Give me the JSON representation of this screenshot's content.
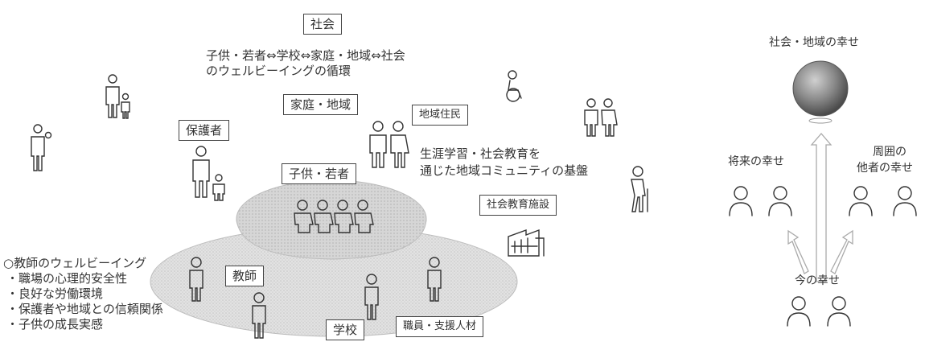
{
  "labels": {
    "society": "社会",
    "cycle_line1": "子供・若者⇔学校⇔家庭・地域⇔社会",
    "cycle_line2": "のウェルビーイングの循環",
    "home_community": "家庭・地域",
    "local_residents": "地域住民",
    "guardians": "保護者",
    "lifelong_line1": "生涯学習・社会教育を",
    "lifelong_line2": "通じた地域コミュニティの基盤",
    "children_youth": "子供・若者",
    "social_facility": "社会教育施設",
    "teacher": "教師",
    "school": "学校",
    "staff_support": "職員・支援人材"
  },
  "teacher_wellbeing": {
    "title": "○教師のウェルビーイング",
    "items": [
      "・職場の心理的安全性",
      "・良好な労働環境",
      "・保護者や地域との信頼関係",
      "・子供の成長実感"
    ]
  },
  "right_panel": {
    "society_happiness": "社会・地域の幸せ",
    "future_happiness": "将来の幸せ",
    "others_line1": "周囲の",
    "others_line2": "他者の幸せ",
    "present_happiness": "今の幸せ"
  }
}
